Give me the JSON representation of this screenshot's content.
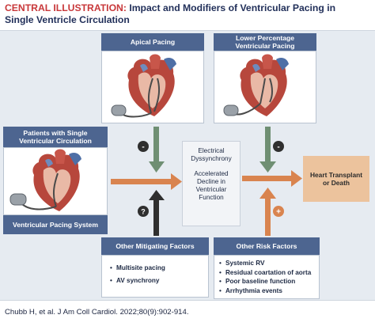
{
  "title": {
    "label": "CENTRAL ILLUSTRATION:",
    "line1": "Impact and Modifiers of Ventricular Pacing in",
    "line2": "Single Ventricle Circulation"
  },
  "panels": {
    "apical": {
      "header": "Apical Pacing"
    },
    "lower": {
      "header_line1": "Lower Percentage",
      "header_line2": "Ventricular Pacing"
    },
    "patients": {
      "header_line1": "Patients with Single",
      "header_line2": "Ventricular Circulation",
      "footer": "Ventricular Pacing System"
    }
  },
  "center": {
    "dyssynchrony_line1": "Electrical",
    "dyssynchrony_line2": "Dyssynchrony",
    "decline_line1": "Accelerated",
    "decline_line2": "Decline in",
    "decline_line3": "Ventricular",
    "decline_line4": "Function"
  },
  "outcome": {
    "line1": "Heart Transplant",
    "line2": "or Death"
  },
  "mitigating": {
    "header": "Other Mitigating Factors",
    "items": [
      "Multisite pacing",
      "AV synchrony"
    ]
  },
  "risk": {
    "header": "Other Risk Factors",
    "items": [
      "Systemic RV",
      "Residual coartation of aorta",
      "Poor baseline function",
      "Arrhythmia events"
    ]
  },
  "badges": {
    "minus": "-",
    "plus": "+",
    "question": "?"
  },
  "colors": {
    "header_blue": "#4d6590",
    "arrow_orange": "#d9844f",
    "arrow_green": "#6f8f73",
    "arrow_dark": "#2f2f2f",
    "outcome_fill": "#ecc39d",
    "title_red": "#c8383a"
  },
  "citation": "Chubb H, et al. J Am Coll Cardiol. 2022;80(9):902-914."
}
